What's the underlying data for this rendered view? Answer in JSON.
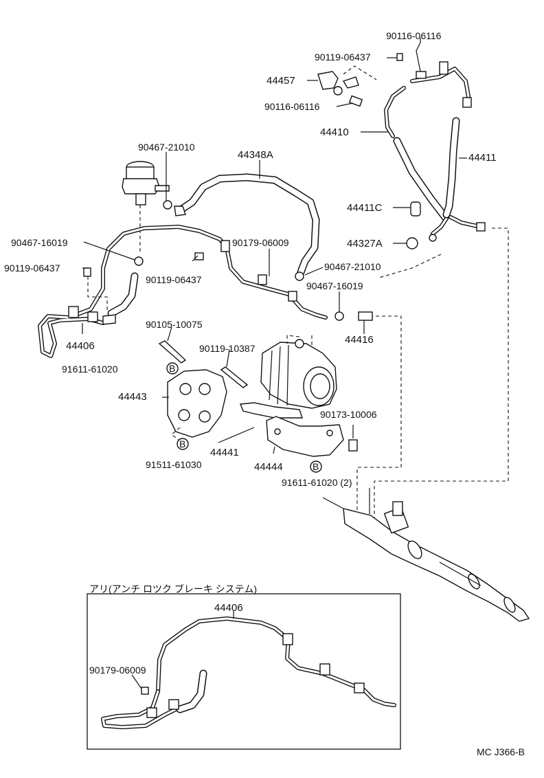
{
  "diagram_code": "MC J366-B",
  "inset_title": "アリ(アンチ ロツク ブレーキ システム)",
  "parts": {
    "p_90116_06116_top": "90116-06116",
    "p_90119_06437_top": "90119-06437",
    "p_44457": "44457",
    "p_90116_06116_mid": "90116-06116",
    "p_44410": "44410",
    "p_44411": "44411",
    "p_90467_21010_top": "90467-21010",
    "p_44348A": "44348A",
    "p_44411C": "44411C",
    "p_44327A": "44327A",
    "p_90467_16019_left": "90467-16019",
    "p_90179_06009_top": "90179-06009",
    "p_90119_06437_left": "90119-06437",
    "p_90119_06437_mid": "90119-06437",
    "p_90467_21010_mid": "90467-21010",
    "p_90467_16019_mid": "90467-16019",
    "p_44406_main": "44406",
    "p_44416": "44416",
    "p_90105_10075": "90105-10075",
    "p_90119_10387": "90119-10387",
    "p_91611_61020": "91611-61020",
    "p_44443": "44443",
    "p_90173_10006": "90173-10006",
    "p_44441": "44441",
    "p_44444": "44444",
    "p_91511_61030": "91511-61030",
    "p_91611_61020_2": "91611-61020 (2)",
    "p_44406_inset": "44406",
    "p_90179_06009_inset": "90179-06009"
  },
  "callout_marks": {
    "b1": "B",
    "b2": "B",
    "b3": "B"
  }
}
